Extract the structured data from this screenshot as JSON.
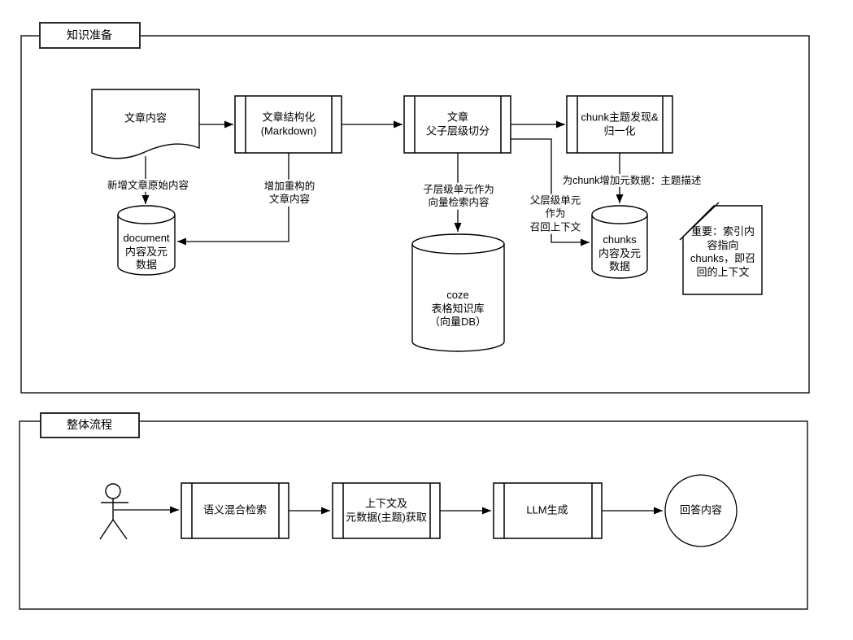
{
  "colors": {
    "background": "#ffffff",
    "stroke": "#000000"
  },
  "sections": {
    "knowledge_prep": {
      "title": "知识准备",
      "nodes": {
        "article": "文章内容",
        "structuring": "文章结构化\n(Markdown)",
        "splitting": "文章\n父子层级切分",
        "topic_discovery": "chunk主题发现&\n归一化",
        "document_db": "document\n内容及元\n数据",
        "coze_db": "coze\n表格知识库\n（向量DB）",
        "chunks_db": "chunks\n内容及元\n数据",
        "note": "重要：索引内\n容指向\nchunks，即召\n回的上下文"
      },
      "edges": {
        "new_original_content": "新增文章原始内容",
        "restructured_content": "增加重构的\n文章内容",
        "child_units_vector": "子层级单元作为\n向量检索内容",
        "parent_units_recall": "父层级单元\n作为\n召回上下文",
        "chunk_metadata": "为chunk增加元数据：主题描述"
      }
    },
    "overall_flow": {
      "title": "整体流程",
      "nodes": {
        "hybrid_search": "语义混合检索",
        "context_fetch": "上下文及\n元数据(主题)获取",
        "llm_generate": "LLM生成",
        "answer": "回答内容"
      }
    }
  }
}
